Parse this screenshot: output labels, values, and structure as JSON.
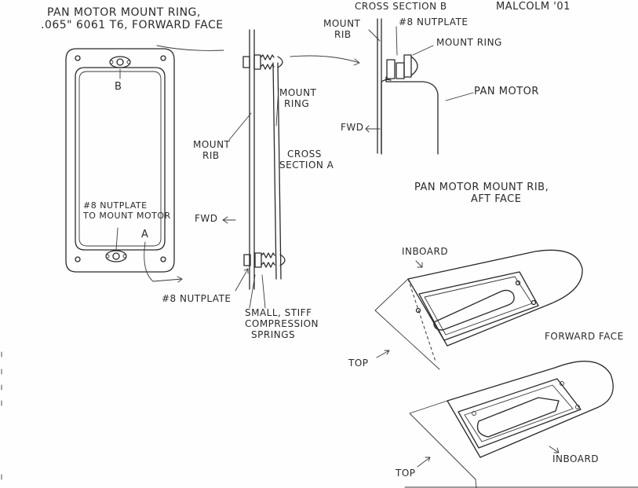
{
  "drawing": {
    "title_front": [
      "PAN MOTOR MOUNT RING,",
      ".065\" 6061 T6, FORWARD FACE"
    ],
    "section_b_title": "CROSS SECTION B",
    "author": "MALCOLM '01",
    "callout_b": "B",
    "callout_a": "A",
    "nutplate_note": [
      "#8 NUTPLATE",
      "TO MOUNT MOTOR"
    ],
    "mount_rib": [
      "MOUNT",
      "RIB"
    ],
    "mount_ring": [
      "MOUNT",
      "RING"
    ],
    "cross_section_a": [
      "CROSS",
      "SECTION A"
    ],
    "fwd": "FWD",
    "nutplate_8": "#8 NUTPLATE",
    "springs": [
      "SMALL, STIFF",
      "COMPRESSION",
      "SPRINGS"
    ],
    "b_mount_rib": [
      "MOUNT",
      "RIB"
    ],
    "b_nutplate": "#8 NUTPLATE",
    "b_mount_ring": "MOUNT RING",
    "b_pan_motor": "PAN MOTOR",
    "b_fwd": "FWD",
    "rib_title": [
      "PAN MOTOR MOUNT RIB,",
      "AFT FACE"
    ],
    "inboard_top": "INBOARD",
    "top_1": "TOP",
    "forward_face": "FORWARD FACE",
    "inboard_bottom": "INBOARD",
    "top_2": "TOP"
  }
}
